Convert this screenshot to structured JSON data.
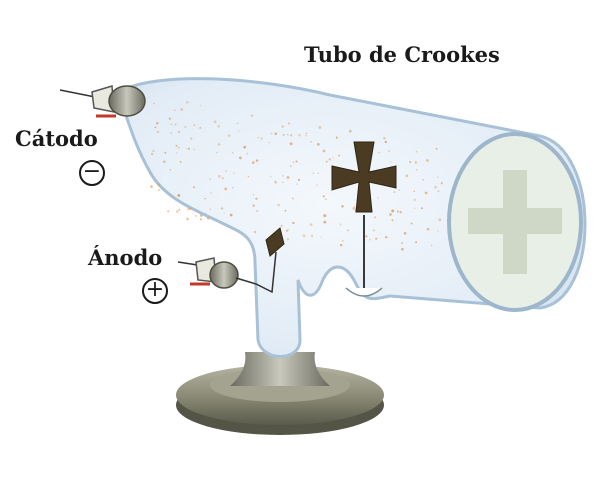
{
  "diagram": {
    "title": "Tubo de Crookes",
    "labels": {
      "cathode": "Cátodo",
      "anode": "Ánodo"
    },
    "signs": {
      "cathode": "−",
      "anode": "+"
    },
    "colors": {
      "glass": "#d7e6f3",
      "glass_edge": "#9fb7cc",
      "metal": "#8e8e7e",
      "base": "#7d7e6a",
      "maltese_cross": "#4a3b22",
      "particles": "#d9a36a",
      "wire_red": "#c0392b"
    },
    "icons": [
      "maltese-cross-icon",
      "minus-sign-icon",
      "plus-sign-icon"
    ]
  }
}
